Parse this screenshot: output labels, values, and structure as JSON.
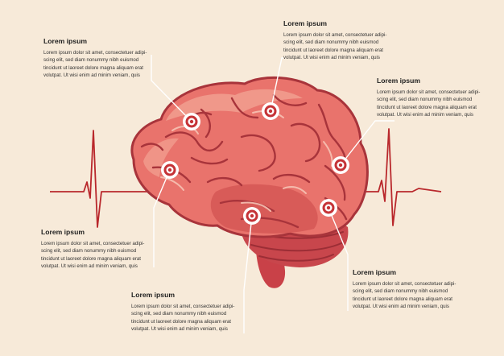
{
  "colors": {
    "background": "#f7ead9",
    "pulse_line": "#b9282c",
    "brain_base": "#e9736c",
    "brain_light": "#f19c8e",
    "brain_dark": "#a8343b",
    "brain_stem": "#c94148",
    "marker": "#c53337",
    "leader_line": "#ffffff"
  },
  "icons": [
    "brain-illustration",
    "heartbeat-pulse-line",
    "target-marker"
  ],
  "callouts": [
    {
      "title": "Lorem ipsum",
      "lines": [
        "Lorem ipsum dolor sit amet, consectetuer adipi-",
        "scing elit, sed diam nonummy nibh euismod",
        "tincidunt ut laoreet dolore magna aliquam erat",
        "volutpat. Ut wisi enim ad minim veniam, quis"
      ]
    },
    {
      "title": "Lorem ipsum",
      "lines": [
        "Lorem ipsum dolor sit amet, consectetuer adipi-",
        "scing elit, sed diam nonummy nibh euismod",
        "tincidunt ut laoreet dolore magna aliquam erat",
        "volutpat. Ut wisi enim ad minim veniam, quis"
      ]
    },
    {
      "title": "Lorem ipsum",
      "lines": [
        "Lorem ipsum dolor sit amet, consectetuer adipi-",
        "scing elit, sed diam nonummy nibh euismod",
        "tincidunt ut laoreet dolore magna aliquam erat",
        "volutpat. Ut wisi enim ad minim veniam, quis"
      ]
    },
    {
      "title": "Lorem ipsum",
      "lines": [
        "Lorem ipsum dolor sit amet, consectetuer adipi-",
        "scing elit, sed diam nonummy nibh euismod",
        "tincidunt ut laoreet dolore magna aliquam erat",
        "volutpat. Ut wisi enim ad minim veniam, quis"
      ]
    },
    {
      "title": "Lorem ipsum",
      "lines": [
        "Lorem ipsum dolor sit amet, consectetuer adipi-",
        "scing elit, sed diam nonummy nibh euismod",
        "tincidunt ut laoreet dolore magna aliquam erat",
        "volutpat. Ut wisi enim ad minim veniam, quis"
      ]
    },
    {
      "title": "Lorem ipsum",
      "lines": [
        "Lorem ipsum dolor sit amet, consectetuer adipi-",
        "scing elit, sed diam nonummy nibh euismod",
        "tincidunt ut laoreet dolore magna aliquam erat",
        "volutpat. Ut wisi enim ad minim veniam, quis"
      ]
    }
  ]
}
